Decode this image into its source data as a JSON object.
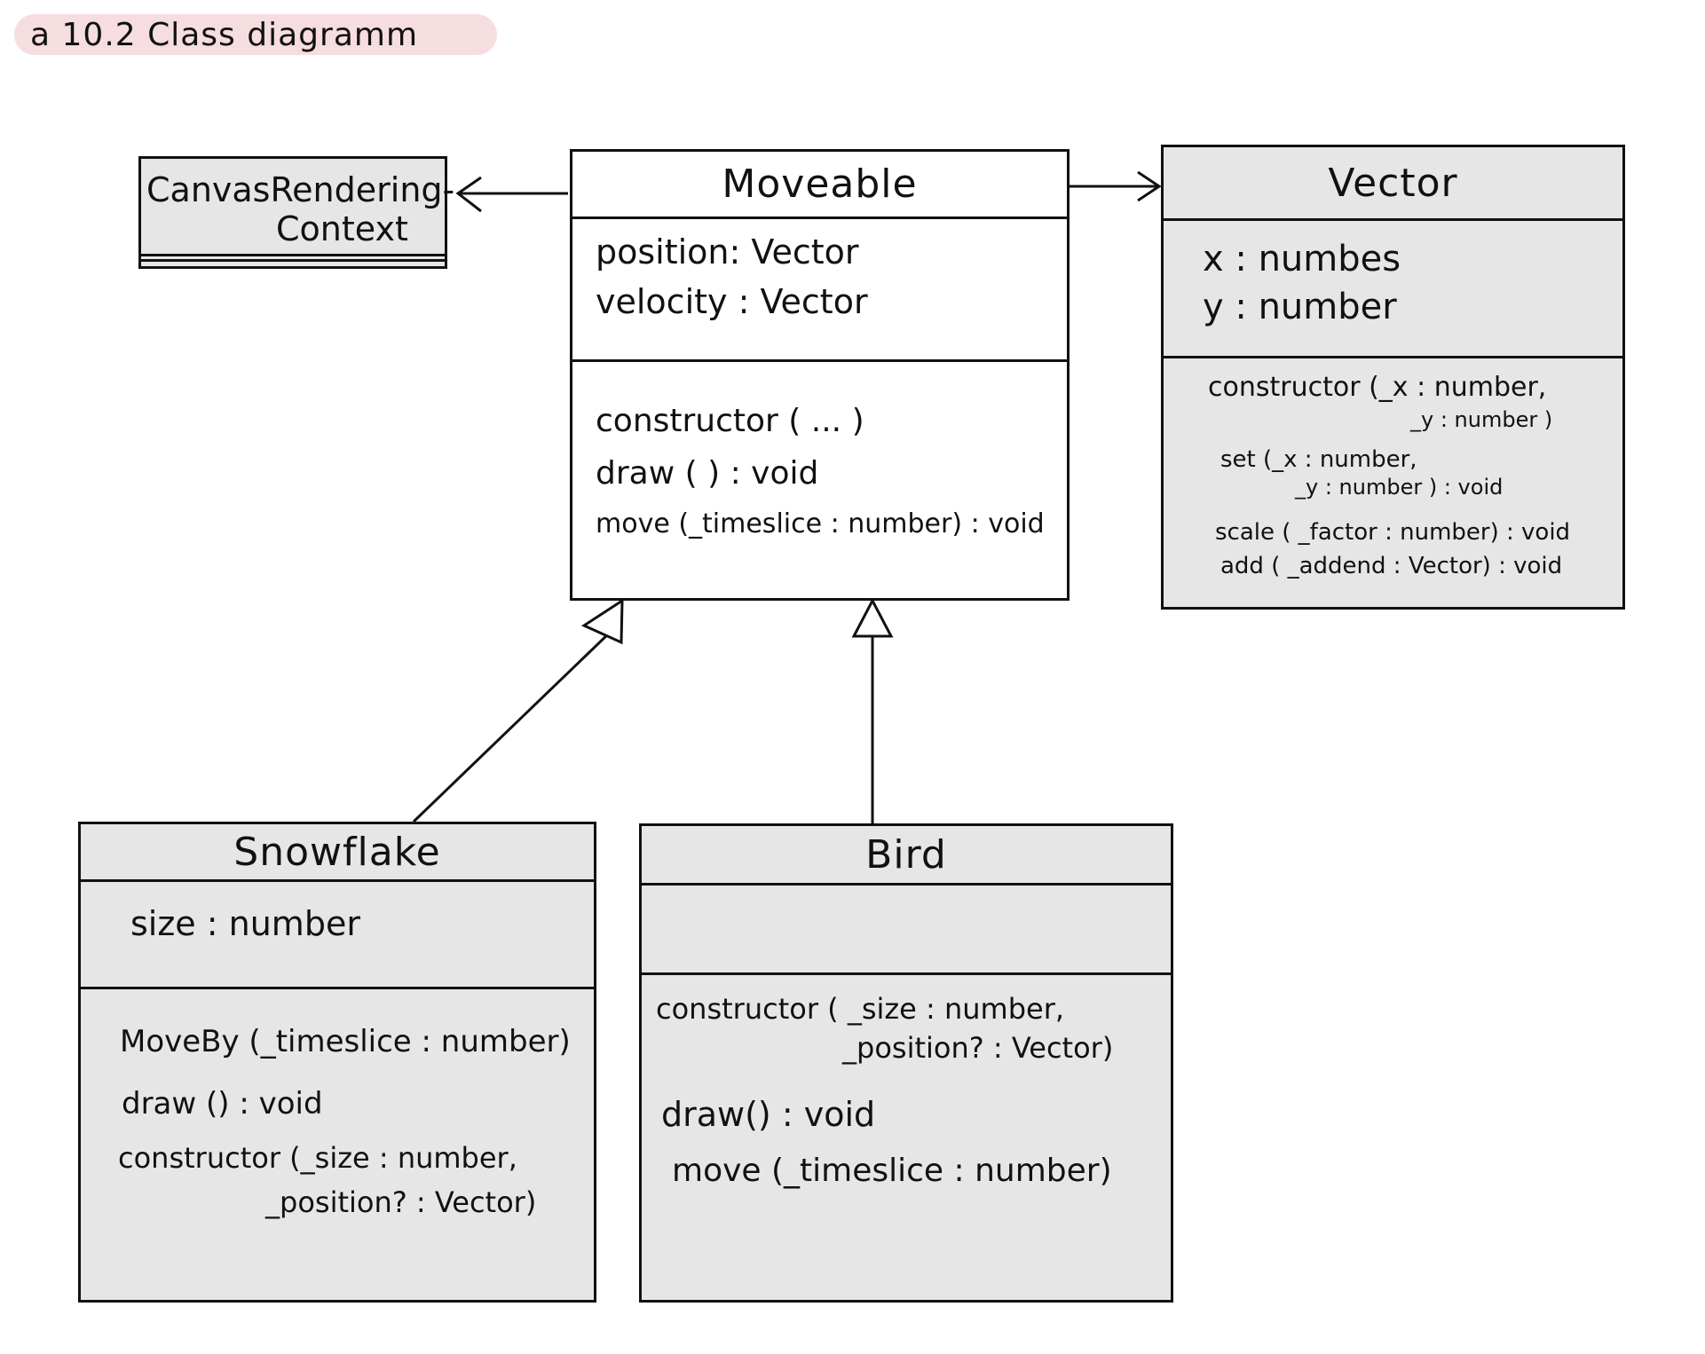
{
  "title": "a 10.2  Class diagramm",
  "classes": {
    "canvas": {
      "name_line1": "CanvasRendering-",
      "name_line2": "Context"
    },
    "moveable": {
      "name": "Moveable",
      "attributes": [
        "position: Vector",
        "velocity  :  Vector"
      ],
      "methods": [
        "constructor ( ... )",
        "draw ( ) : void",
        "move (_timeslice : number) : void"
      ]
    },
    "vector": {
      "name": "Vector",
      "attributes": [
        "x : numbes",
        "y : number"
      ],
      "methods": {
        "constructor_line1": "constructor (_x : number,",
        "constructor_line2": "_y : number )",
        "set_line1": "set  (_x : number,",
        "set_line2": "_y : number ) : void",
        "scale": "scale  ( _factor : number) : void",
        "add": "add  ( _addend : Vector) : void"
      }
    },
    "snowflake": {
      "name": "Snowflake",
      "attributes": [
        "size  : number"
      ],
      "methods": {
        "moveby": "MoveBy (_timeslice : number)",
        "draw": "draw () : void",
        "constructor_line1": "constructor (_size : number,",
        "constructor_line2": "_position? : Vector)"
      }
    },
    "bird": {
      "name": "Bird",
      "methods": {
        "constructor_line1": "constructor ( _size : number,",
        "constructor_line2": "_position? : Vector)",
        "draw": "draw() : void",
        "move": "move (_timeslice : number)"
      }
    }
  },
  "relations": [
    {
      "from": "Moveable",
      "to": "CanvasRenderingContext",
      "type": "association"
    },
    {
      "from": "Moveable",
      "to": "Vector",
      "type": "association"
    },
    {
      "from": "Snowflake",
      "to": "Moveable",
      "type": "generalization"
    },
    {
      "from": "Bird",
      "to": "Moveable",
      "type": "generalization"
    }
  ],
  "colors": {
    "title_background": "#f6dde0",
    "box_fill": "#e6e6e6",
    "line": "#111111"
  }
}
